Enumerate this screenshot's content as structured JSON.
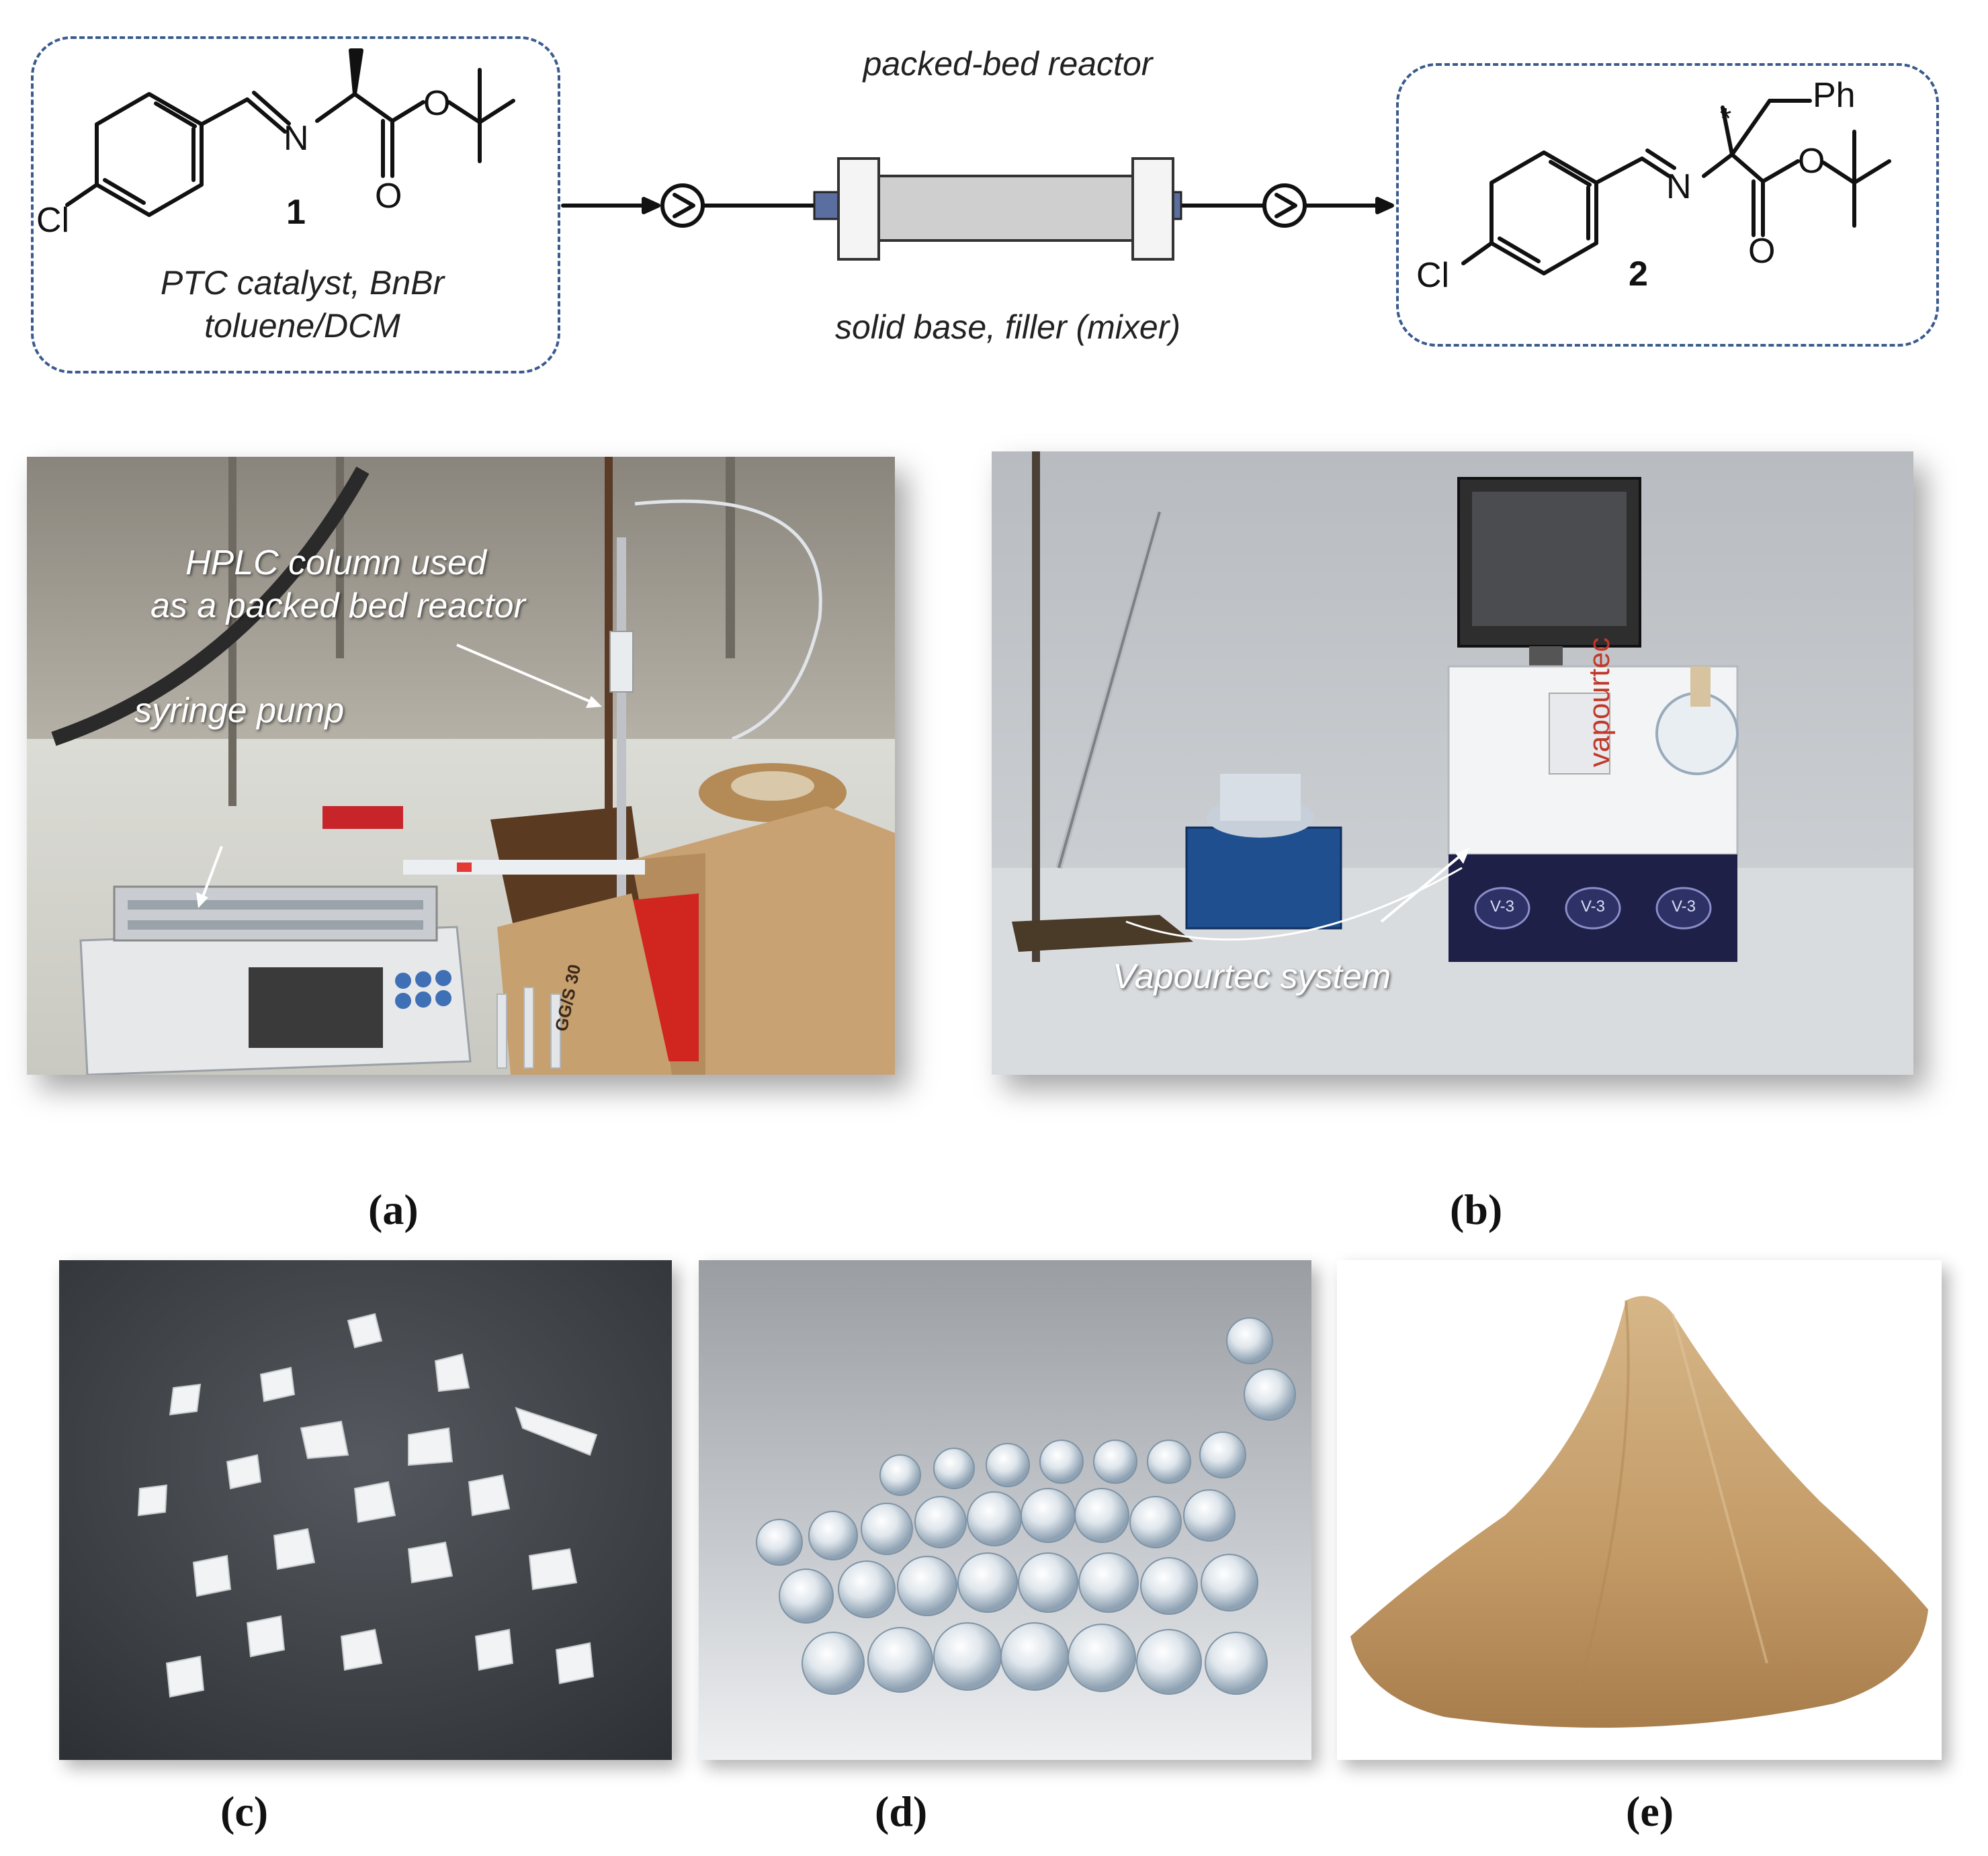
{
  "scheme": {
    "reactant": {
      "atom_cl": "Cl",
      "atom_n": "N",
      "atom_o_ester": "O",
      "atom_o_carbonyl": "O",
      "compound_number": "1",
      "conditions_line1": "PTC catalyst, BnBr",
      "conditions_line2": "toluene/DCM"
    },
    "reactor": {
      "top_label": "packed-bed reactor",
      "bottom_label": "solid base, filler (mixer)"
    },
    "product": {
      "atom_cl": "Cl",
      "atom_n": "N",
      "atom_o_ester": "O",
      "atom_o_carbonyl": "O",
      "group_ph": "Ph",
      "stereo_mark": "*",
      "compound_number": "2"
    }
  },
  "photos": {
    "a": {
      "label": "(a)",
      "annotation_column_line1": "HPLC column used",
      "annotation_column_line2": "as a packed bed reactor",
      "annotation_pump": "syringe pump",
      "box_text": "GG/S 30"
    },
    "b": {
      "label": "(b)",
      "annotation_system": "Vapourtec system",
      "brand_text": "vapourtec",
      "valve_labels": [
        "V-3",
        "V-3",
        "V-3"
      ]
    },
    "c": {
      "label": "(c)"
    },
    "d": {
      "label": "(d)"
    },
    "e": {
      "label": "(e)"
    }
  },
  "colors": {
    "dashed_border": "#3b5b8f",
    "reactor_body": "#cfcfcf",
    "reactor_cap": "#5a6fa0"
  }
}
